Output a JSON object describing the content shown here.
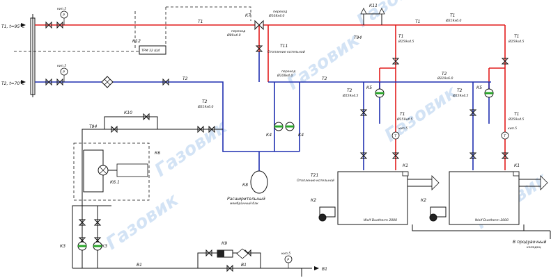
{
  "watermark": "Газовик",
  "flow_labels": {
    "t1_inlet": "Т1, t=95°C",
    "t2_inlet": "Т2, t=70°C"
  },
  "lines": {
    "t1": "Т1",
    "t2": "Т2",
    "t94": "Т94",
    "t11": "Т11",
    "t21": "Т21",
    "b1": "В1",
    "heating_note": "Отопление котельной"
  },
  "pipe_sizes": {
    "d219": "Ø219х6.0",
    "d159": "Ø159х4.5",
    "d108": "Ø108х4.0",
    "d89": "Ø89х4.0"
  },
  "tags": {
    "k1": "К1",
    "k2": "К2",
    "k3": "К3",
    "k4": "К4",
    "k5": "К5",
    "k6": "К6",
    "k61": "К6.1",
    "k7": "К7",
    "k8": "К8",
    "k9": "К9",
    "k10": "К10",
    "k11": "К11",
    "k12": "К12",
    "trm": "ТРМ 32 Щ4",
    "transition": "переход",
    "gauge_tag": "кип.5"
  },
  "equipment": {
    "boiler_name": "Wolf Duotherm 2000",
    "tank_caption": "Расширительный",
    "tank_sub": "мембранный бак",
    "drain_caption": "В продувочный",
    "drain_sub": "колодец"
  },
  "instruments": {
    "pressure": "P",
    "temperature": "T"
  },
  "colors": {
    "supply": "#e21b1b",
    "return": "#1f2fb0",
    "watermark": "#9fc3ea"
  }
}
